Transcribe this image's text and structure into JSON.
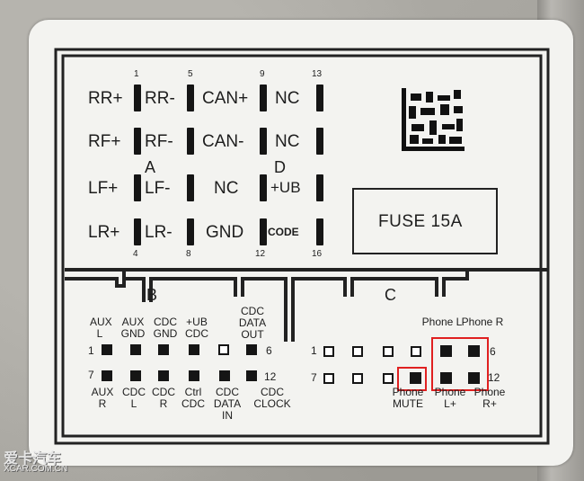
{
  "connector_a": {
    "letter": "A",
    "pin_numbers_top": [
      "1",
      "5"
    ],
    "pin_numbers_bottom": [
      "4",
      "8"
    ],
    "row1": [
      "RR+",
      "RR-"
    ],
    "row2": [
      "RF+",
      "RF-"
    ],
    "row3": [
      "LF+",
      "LF-"
    ],
    "row4": [
      "LR+",
      "LR-"
    ]
  },
  "connector_d": {
    "letter": "D",
    "pin_numbers_top": [
      "9",
      "13"
    ],
    "pin_numbers_bottom": [
      "12",
      "16"
    ],
    "row1": [
      "CAN+",
      "NC"
    ],
    "row2": [
      "CAN-",
      "NC"
    ],
    "row3": [
      "NC",
      "+UB"
    ],
    "row4": [
      "GND",
      "CODE"
    ]
  },
  "fuse": {
    "label": "FUSE 15A"
  },
  "connector_b": {
    "letter": "B",
    "pin_left_top": "1",
    "pin_left_bottom": "7",
    "pin_right_top": "6",
    "pin_right_bottom": "12",
    "top_labels": [
      "AUX L",
      "AUX GND",
      "CDC GND",
      "+UB CDC",
      "CDC DATA OUT"
    ],
    "bottom_labels": [
      "AUX R",
      "CDC L",
      "CDC R",
      "Ctrl CDC",
      "CDC DATA IN",
      "CDC CLOCK"
    ]
  },
  "connector_c": {
    "letter": "C",
    "pin_left_top": "1",
    "pin_left_bottom": "7",
    "pin_right_top": "6",
    "pin_right_bottom": "12",
    "top_labels": [
      "Phone L",
      "Phone R"
    ],
    "bottom_labels": [
      "Phone MUTE",
      "Phone L+",
      "Phone R+"
    ]
  },
  "watermark": {
    "logo": "爱卡汽车",
    "url": "XCAR.COM.CN"
  }
}
